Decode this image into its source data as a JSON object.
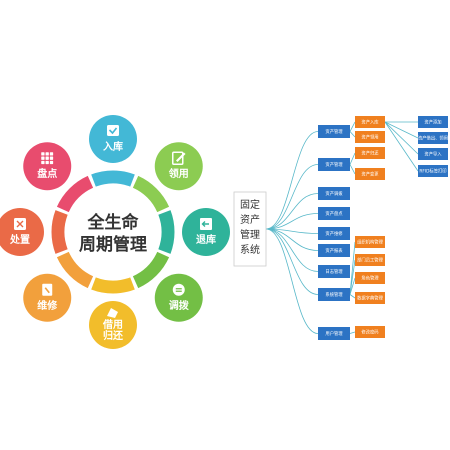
{
  "lifecycle": {
    "center_lines": [
      "全生命",
      "周期管理"
    ],
    "nodes": [
      {
        "label": [
          "入库"
        ],
        "icon": "inbound-icon",
        "color": "#43b8d6"
      },
      {
        "label": [
          "领用"
        ],
        "icon": "edit-icon",
        "color": "#8ccc52"
      },
      {
        "label": [
          "退库"
        ],
        "icon": "return-icon",
        "color": "#2fb39a"
      },
      {
        "label": [
          "调拨"
        ],
        "icon": "transfer-icon",
        "color": "#73bf45"
      },
      {
        "label": [
          "借用",
          "归还"
        ],
        "icon": "borrow-icon",
        "color": "#f2bd2b"
      },
      {
        "label": [
          "维修"
        ],
        "icon": "repair-icon",
        "color": "#f2a03c"
      },
      {
        "label": [
          "处置"
        ],
        "icon": "dispose-icon",
        "color": "#ea6a47"
      },
      {
        "label": [
          "盘点"
        ],
        "icon": "grid-icon",
        "color": "#e84c6e"
      }
    ],
    "ring_colors": [
      "#43b8d6",
      "#8ccc52",
      "#2fb39a",
      "#73bf45",
      "#f2bd2b",
      "#f2a03c",
      "#ea6a47",
      "#e84c6e"
    ]
  },
  "system_map": {
    "root_lines": [
      "固定",
      "资产",
      "管理",
      "系统"
    ],
    "root_color": "#ffffff",
    "branch_color": "#2c73c4",
    "sub_color": "#f0801f",
    "leaf_color": "#2c73c4",
    "line_color": "#58b8c9",
    "branches": [
      {
        "label": "资产管理",
        "children": [
          {
            "label": "资产入库",
            "children": [
              "资产添加",
              "资产借出、领用",
              "资产导入",
              "RFID标签打印"
            ]
          },
          {
            "label": "资产领用",
            "children": []
          }
        ]
      },
      {
        "label": "资产管理",
        "children": [
          {
            "label": "资产归还",
            "children": []
          },
          {
            "label": "资产变更",
            "children": []
          }
        ]
      },
      {
        "label": "资产调拨",
        "children": []
      },
      {
        "label": "资产盘点",
        "children": []
      },
      {
        "label": "资产维修",
        "children": []
      },
      {
        "label": "资产报表",
        "children": []
      },
      {
        "label": "日志管理",
        "children": []
      },
      {
        "label": "系统管理",
        "children": [
          {
            "label": "组织机构管理",
            "children": []
          },
          {
            "label": "部门员工管理",
            "children": []
          },
          {
            "label": "角色管理",
            "children": []
          },
          {
            "label": "数据字典管理",
            "children": []
          }
        ]
      },
      {
        "label": "用户管理",
        "children": [
          {
            "label": "修改密码",
            "children": []
          }
        ]
      }
    ]
  }
}
